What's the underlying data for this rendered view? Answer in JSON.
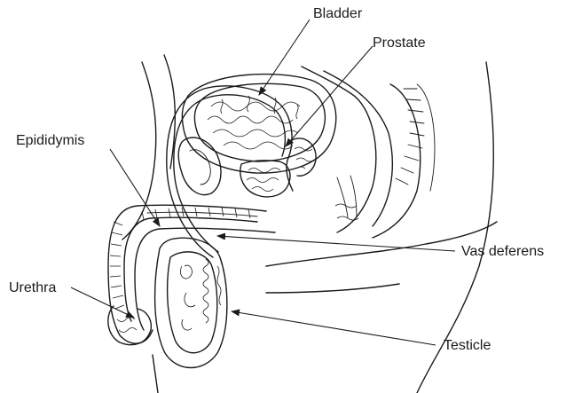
{
  "labels": {
    "bladder": "Bladder",
    "prostate": "Prostate",
    "epididymis": "Epididymis",
    "vas_deferens": "Vas deferens",
    "urethra": "Urethra",
    "testicle": "Testicle"
  },
  "colors": {
    "ink": "#1a1a1a",
    "background": "#ffffff"
  }
}
